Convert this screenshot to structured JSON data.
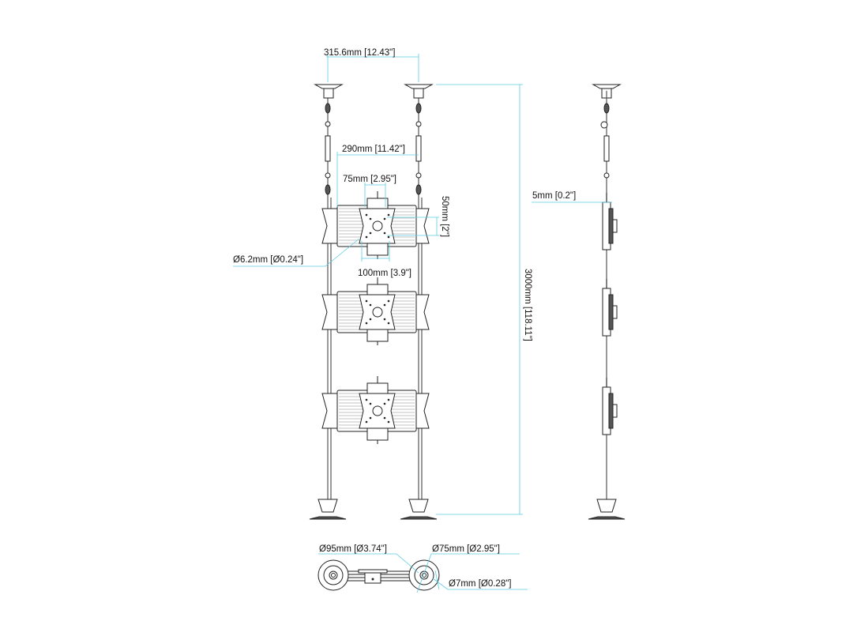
{
  "dimensions": {
    "pole_spacing": "315.6mm [12.43\"]",
    "mount_width": "290mm [11.42\"]",
    "vesa_75": "75mm [2.95\"]",
    "vesa_50": "50mm [2\"]",
    "hole_diameter": "Ø6.2mm [Ø0.24\"]",
    "vesa_100": "100mm [3.9\"]",
    "total_height": "3000mm [118.11\"]",
    "side_offset": "5mm [0.2\"]",
    "base_diameter": "Ø95mm [Ø3.74\"]",
    "base_bolt_circle": "Ø75mm [Ø2.95\"]",
    "base_hole": "Ø7mm [Ø0.28\"]"
  },
  "mount_count": 3,
  "colors": {
    "dimension_line": "#5ccbe3",
    "drawing": "#222222"
  }
}
